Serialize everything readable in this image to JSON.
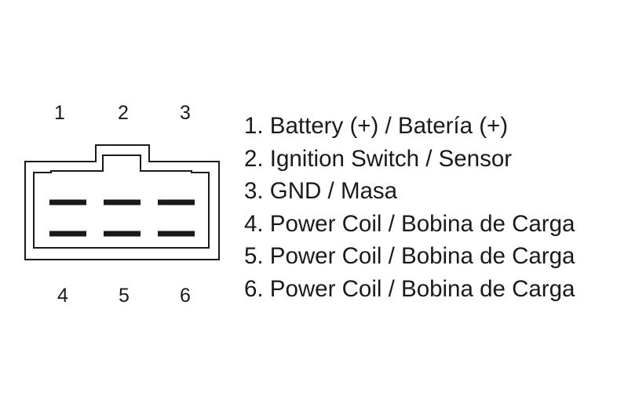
{
  "connector": {
    "pins_top": [
      "1",
      "2",
      "3"
    ],
    "pins_bottom": [
      "4",
      "5",
      "6"
    ],
    "terminal_rows": 2,
    "terminal_columns": 3,
    "line_color": "#1a1a1a"
  },
  "legend": {
    "items": [
      "1. Battery (+) / Batería (+)",
      "2. Ignition Switch / Sensor",
      "3. GND / Masa",
      "4. Power Coil / Bobina de Carga",
      "5. Power Coil / Bobina de Carga",
      "6. Power Coil / Bobina de Carga"
    ]
  }
}
